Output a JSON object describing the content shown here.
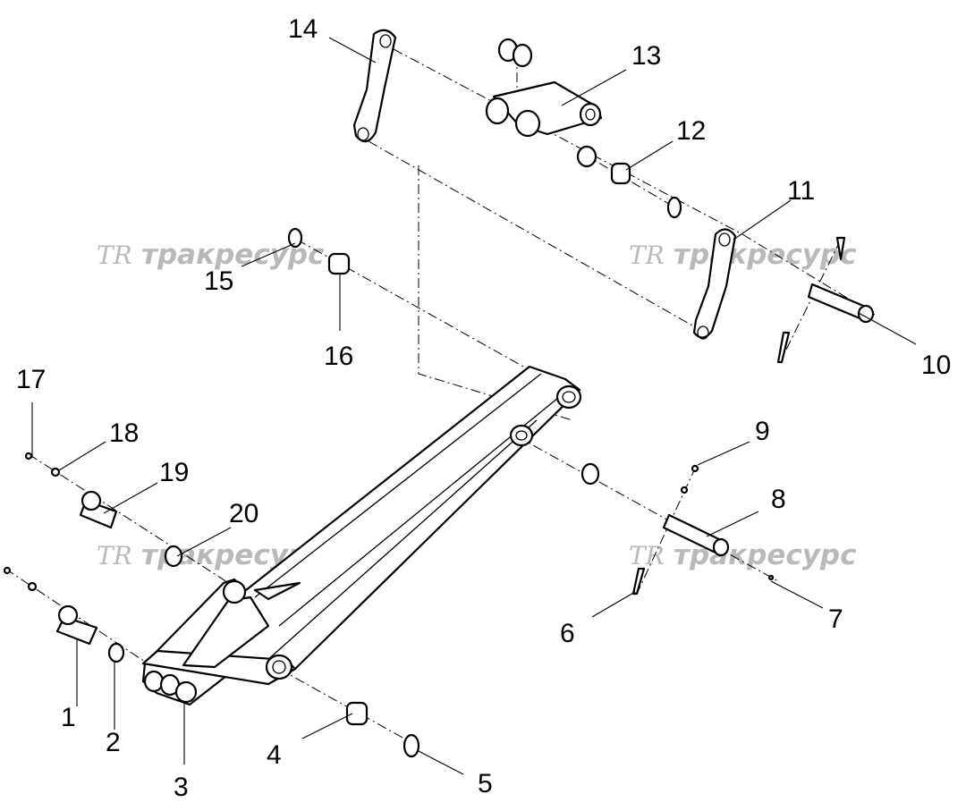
{
  "callouts": [
    {
      "n": "1"
    },
    {
      "n": "2"
    },
    {
      "n": "3"
    },
    {
      "n": "4"
    },
    {
      "n": "5"
    },
    {
      "n": "6"
    },
    {
      "n": "7"
    },
    {
      "n": "8"
    },
    {
      "n": "9"
    },
    {
      "n": "10"
    },
    {
      "n": "11"
    },
    {
      "n": "12"
    },
    {
      "n": "13"
    },
    {
      "n": "14"
    },
    {
      "n": "15"
    },
    {
      "n": "16"
    },
    {
      "n": "17"
    },
    {
      "n": "18"
    },
    {
      "n": "19"
    },
    {
      "n": "20"
    }
  ],
  "watermark": {
    "logo": "TR",
    "text": "тракресурс",
    "color": "#b9b9b9"
  },
  "colors": {
    "line": "#000000",
    "background": "#ffffff"
  }
}
